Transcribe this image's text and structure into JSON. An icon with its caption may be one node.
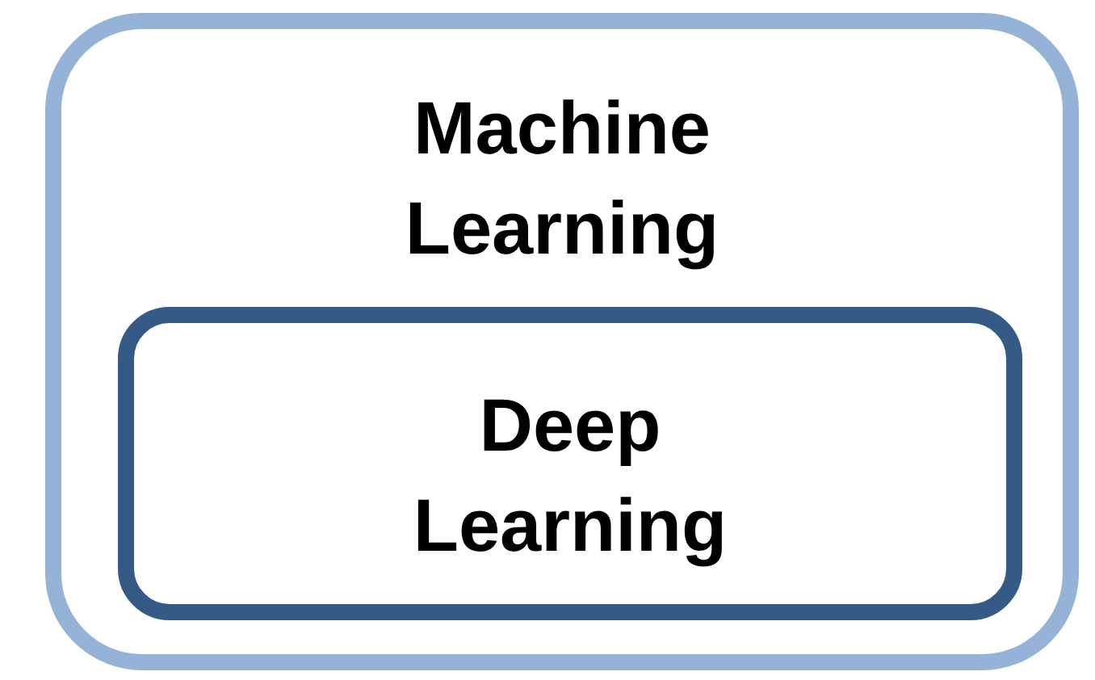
{
  "diagram": {
    "nodes": [
      {
        "text": [
          "Machine Learning"
        ]
      },
      {
        "text": [
          "Deep Learning"
        ],
        "in": 0
      }
    ]
  }
}
